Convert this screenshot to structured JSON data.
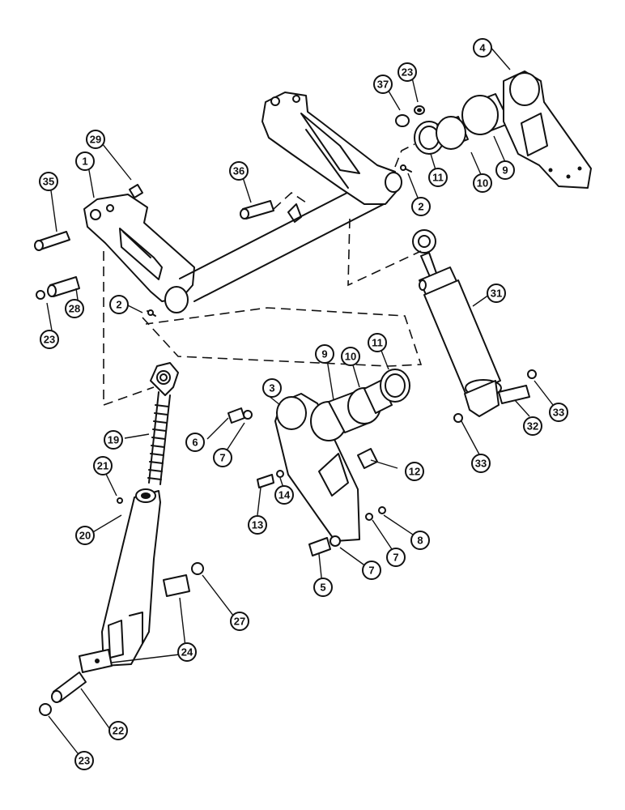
{
  "diagram": {
    "callouts": [
      {
        "id": "c1",
        "label": "1"
      },
      {
        "id": "c2a",
        "label": "2"
      },
      {
        "id": "c2b",
        "label": "2"
      },
      {
        "id": "c3",
        "label": "3"
      },
      {
        "id": "c4",
        "label": "4"
      },
      {
        "id": "c5",
        "label": "5"
      },
      {
        "id": "c6",
        "label": "6"
      },
      {
        "id": "c7a",
        "label": "7"
      },
      {
        "id": "c7b",
        "label": "7"
      },
      {
        "id": "c7c",
        "label": "7"
      },
      {
        "id": "c8",
        "label": "8"
      },
      {
        "id": "c9a",
        "label": "9"
      },
      {
        "id": "c9b",
        "label": "9"
      },
      {
        "id": "c10a",
        "label": "10"
      },
      {
        "id": "c10b",
        "label": "10"
      },
      {
        "id": "c11a",
        "label": "11"
      },
      {
        "id": "c11b",
        "label": "11"
      },
      {
        "id": "c12",
        "label": "12"
      },
      {
        "id": "c13",
        "label": "13"
      },
      {
        "id": "c14",
        "label": "14"
      },
      {
        "id": "c19",
        "label": "19"
      },
      {
        "id": "c20",
        "label": "20"
      },
      {
        "id": "c21",
        "label": "21"
      },
      {
        "id": "c22",
        "label": "22"
      },
      {
        "id": "c23a",
        "label": "23"
      },
      {
        "id": "c23b",
        "label": "23"
      },
      {
        "id": "c23c",
        "label": "23"
      },
      {
        "id": "c24",
        "label": "24"
      },
      {
        "id": "c27",
        "label": "27"
      },
      {
        "id": "c28",
        "label": "28"
      },
      {
        "id": "c29",
        "label": "29"
      },
      {
        "id": "c31",
        "label": "31"
      },
      {
        "id": "c32",
        "label": "32"
      },
      {
        "id": "c33a",
        "label": "33"
      },
      {
        "id": "c33b",
        "label": "33"
      },
      {
        "id": "c35",
        "label": "35"
      },
      {
        "id": "c36",
        "label": "36"
      },
      {
        "id": "c37",
        "label": "37"
      }
    ]
  }
}
